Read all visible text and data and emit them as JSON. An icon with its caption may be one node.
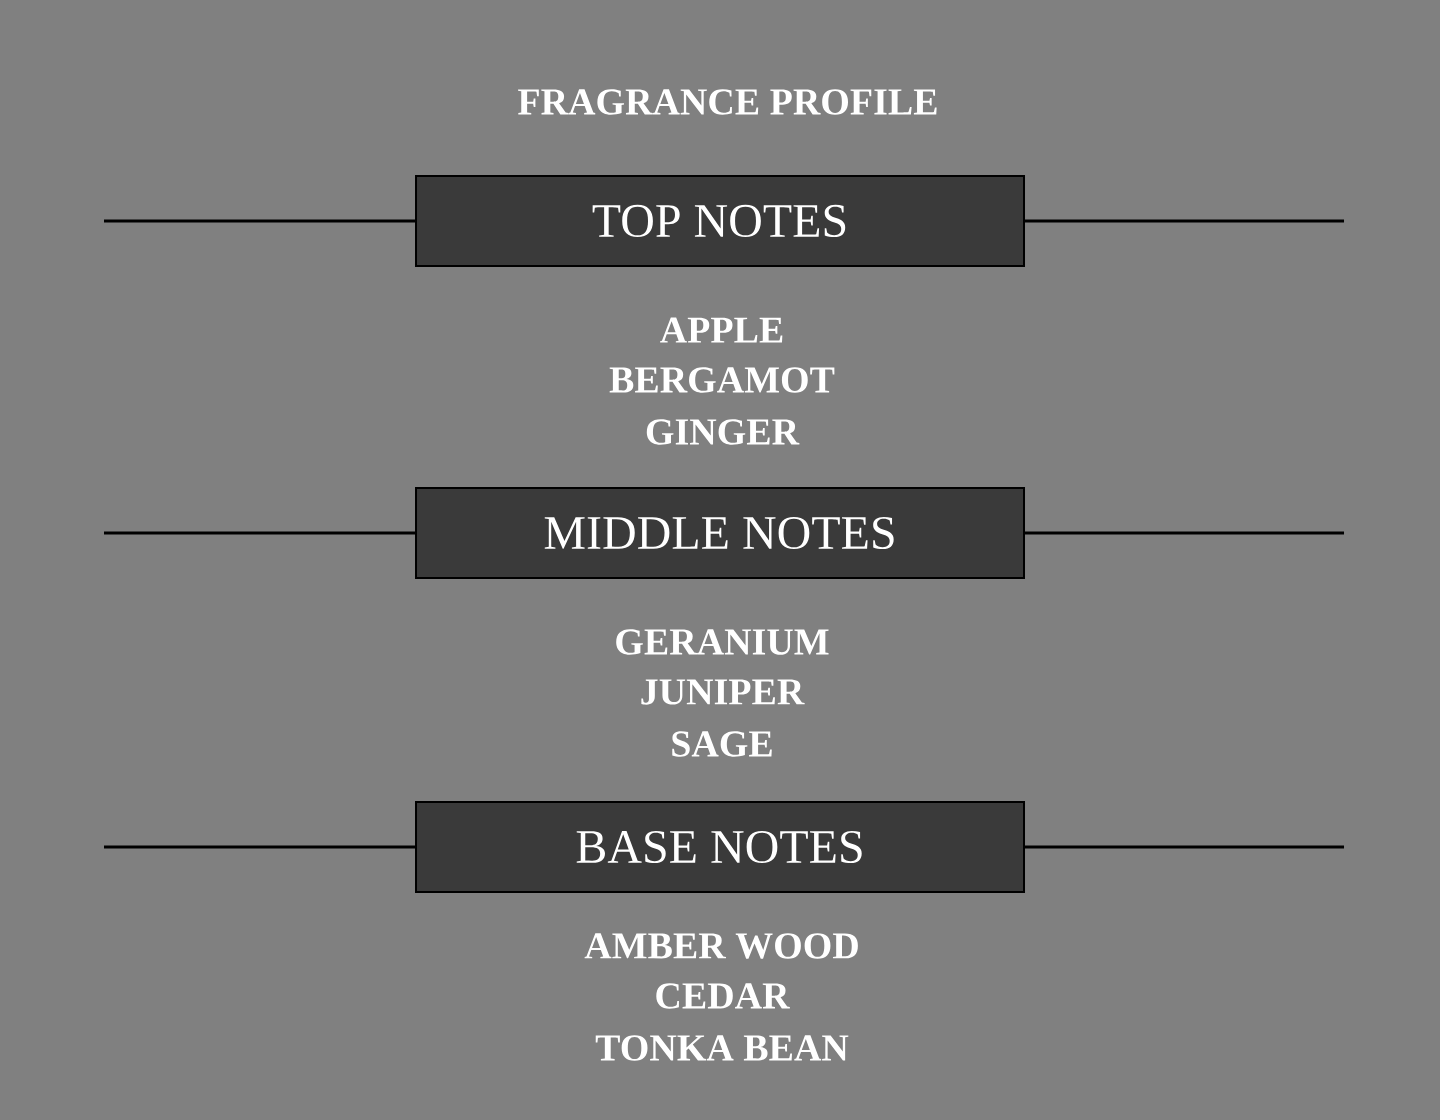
{
  "diagram": {
    "title": "FRAGRANCE PROFILE",
    "nodes": [
      {
        "text": [
          "TOP NOTES"
        ]
      },
      {
        "text": [
          "MIDDLE NOTES"
        ]
      },
      {
        "text": [
          "BASE NOTES"
        ]
      }
    ],
    "labels": [
      "APPLE",
      "BERGAMOT",
      "GINGER",
      "GERANIUM",
      "JUNIPER",
      "SAGE",
      "AMBER WOOD",
      "CEDAR",
      "TONKA BEAN"
    ]
  }
}
